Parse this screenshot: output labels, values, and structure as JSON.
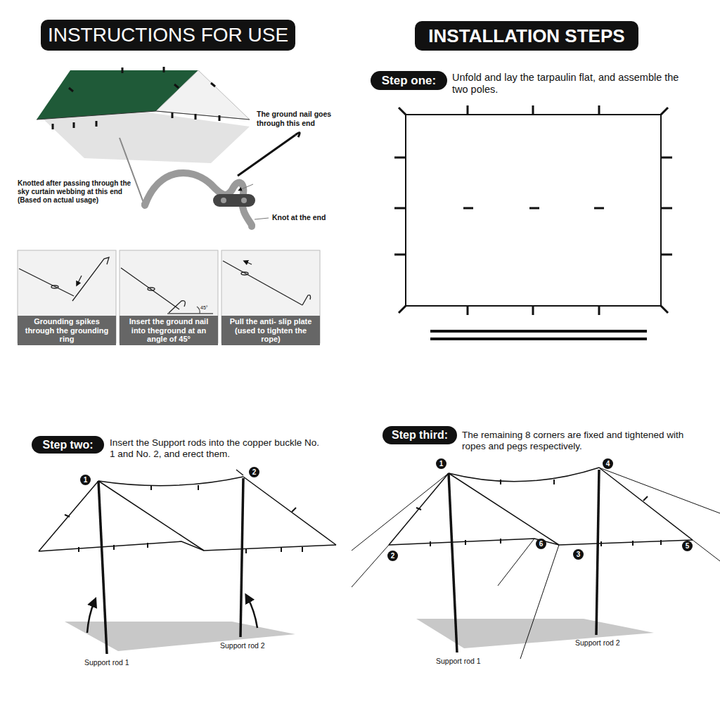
{
  "diagram": {
    "nodes": [
      {
        "text": [
          "INSTRUCTIONS FOR USE"
        ]
      },
      {
        "text": [
          "INSTALLATION STEPS"
        ]
      },
      {
        "text": [
          "Step one:"
        ]
      },
      {
        "text": [
          "Grounding spikes through the grounding ring"
        ]
      },
      {
        "text": [
          "Insert the ground nail into theground at an angle of 45°"
        ]
      },
      {
        "text": [
          "Pull the anti- slip plate (used to tighten the rope)"
        ]
      },
      {
        "text": [
          "Step two:"
        ]
      },
      {
        "text": [
          "Step third:"
        ]
      }
    ],
    "labels": [
      "The ground nail goes through this end",
      "Knotted after passing through the sky curtain webbing at this end (Based on actual usage)",
      "Knot at the end",
      "Unfold and lay the tarpaulin flat, and assemble the two poles.",
      "45°",
      "Insert the Support rods into the copper buckle No. 1 and No. 2, and erect them.",
      "The remaining 8 corners are fixed and tightened with ropes and pegs respectively.",
      "1",
      "2",
      "Support rod 1",
      "Support rod 2",
      "1",
      "4",
      "6",
      "3",
      "5",
      "2",
      "Support rod 1",
      "Support rod 2"
    ]
  }
}
